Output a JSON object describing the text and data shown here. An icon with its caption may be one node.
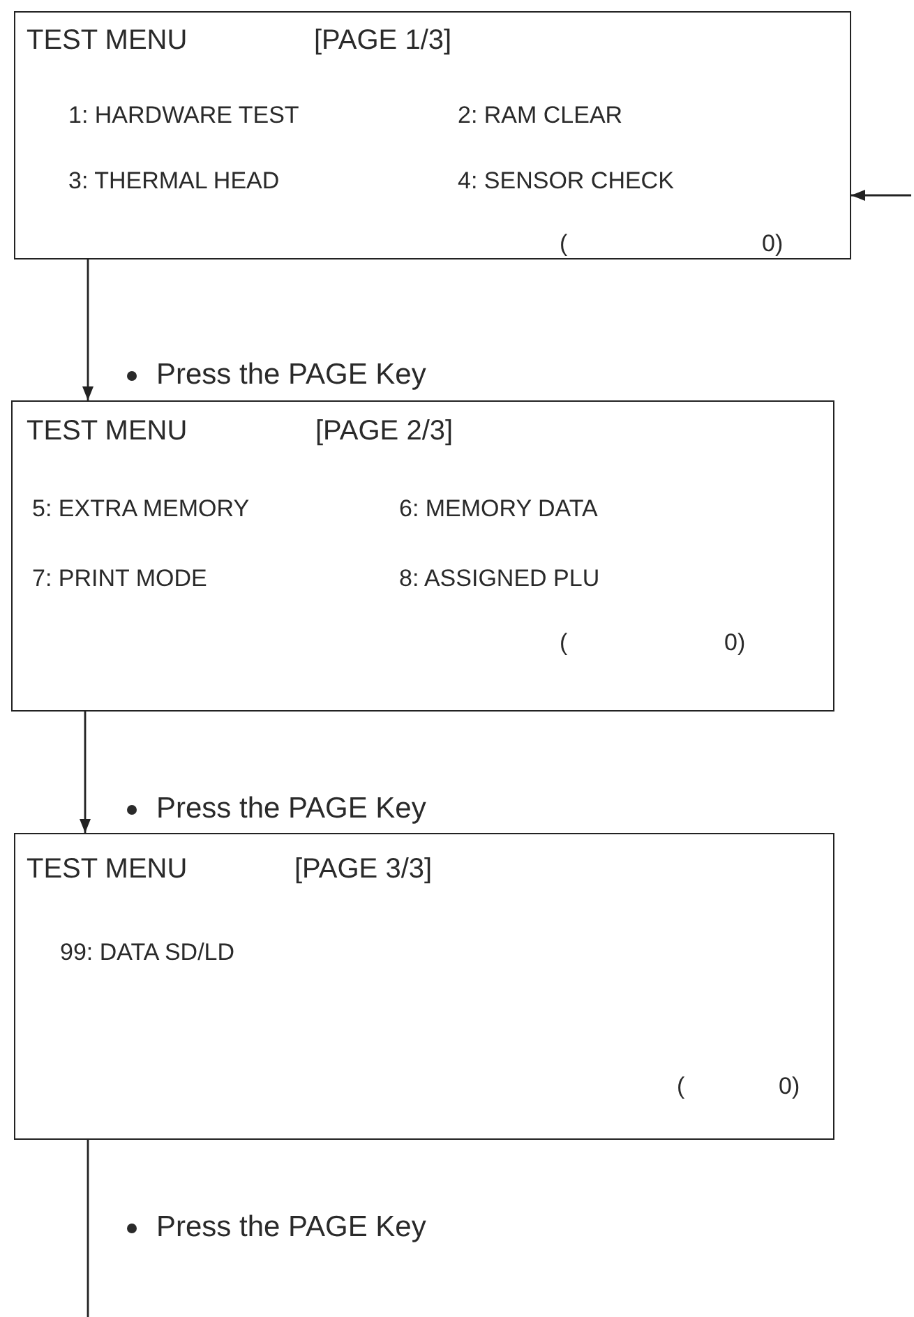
{
  "diagram": {
    "nodes": [
      {
        "text": [
          "TEST MENU",
          "[PAGE 1/3]",
          "1: HARDWARE TEST",
          "2: RAM CLEAR",
          "3: THERMAL HEAD",
          "4: SENSOR CHECK",
          "(",
          "0)"
        ]
      },
      {
        "text": [
          "TEST MENU",
          "[PAGE 2/3]",
          "5: EXTRA MEMORY",
          "6: MEMORY DATA",
          "7: PRINT MODE",
          "8: ASSIGNED PLU",
          "(",
          "0)"
        ]
      },
      {
        "text": [
          "TEST MENU",
          "[PAGE 3/3]",
          "99: DATA SD/LD",
          "(",
          "0)"
        ]
      }
    ],
    "edges": [
      {
        "from": 0,
        "to": 1,
        "arrow": "to",
        "label": "Press the PAGE Key"
      },
      {
        "from": 1,
        "to": 2,
        "arrow": "to",
        "label": "Press the PAGE Key"
      },
      {
        "from": 2,
        "to": null,
        "arrow": "none",
        "label": "Press the PAGE Key"
      },
      {
        "from": null,
        "to": 0,
        "arrow": "to"
      }
    ]
  }
}
